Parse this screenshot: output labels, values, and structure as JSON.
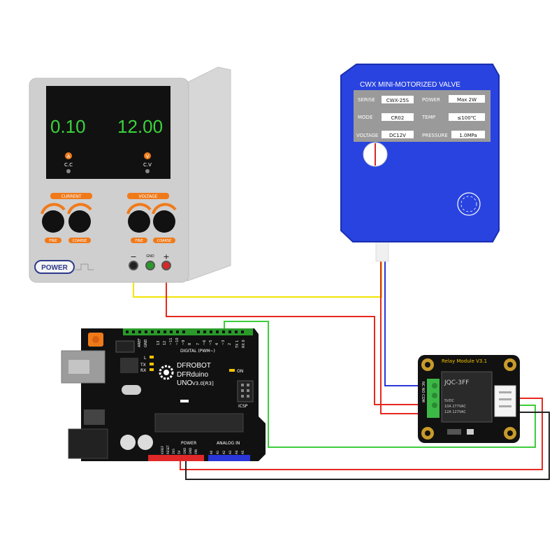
{
  "psu": {
    "current_display": "0.10",
    "voltage_display": "12.00",
    "current_unit": "A",
    "voltage_unit": "V",
    "cc_label": "C.C",
    "cv_label": "C.V",
    "current_group": "CURRENT",
    "voltage_group": "VOLTAGE",
    "fine": "FINE",
    "coarse": "COARSE",
    "power": "POWER",
    "gnd": "GND",
    "minus": "−",
    "plus": "+"
  },
  "valve": {
    "title": "CWX MINI-MOTORIZED VALVE",
    "rows": [
      {
        "k1": "SERISE",
        "v1": "CWX-25S",
        "k2": "POWER",
        "v2": "Max 2W"
      },
      {
        "k1": "MODE",
        "v1": "CR02",
        "k2": "TEMP",
        "v2": "≤100℃"
      },
      {
        "k1": "VOLTAGE",
        "v1": "DC12V",
        "k2": "PRESSURE",
        "v2": "1.0MPa"
      }
    ]
  },
  "arduino": {
    "brand1": "DFROBOT",
    "brand2": "DFRduino",
    "model": "UNO",
    "version": "V3.0[R3]",
    "digital": "DIGITAL (PWM~)",
    "aref": "AREF",
    "gnd": "GND",
    "tx": "TX",
    "rx": "RX",
    "l": "L",
    "on": "ON",
    "icsp": "ICSP",
    "power": "POWER",
    "analog": "ANALOG IN",
    "tx0": "TX 1",
    "rx0": "RX 0",
    "power_pins": [
      "IOREF",
      "RESET",
      "3V3",
      "5V",
      "GND",
      "GND",
      "VIN"
    ],
    "analog_pins": [
      "A0",
      "A1",
      "A2",
      "A3",
      "A4",
      "A5"
    ],
    "digital_pins": [
      "13",
      "12",
      "~11",
      "~10",
      "~9",
      "8",
      "7",
      "~6",
      "~5",
      "4",
      "~3",
      "2"
    ]
  },
  "relay": {
    "title": "Relay Module V3.1",
    "part": "JQC-3FF",
    "spec1": "5VDC",
    "spec2": "10A  277VAC",
    "spec3": "12A  127VAC",
    "terminals": "NC NO COM"
  },
  "colors": {
    "yellow_wire": "#f2e400",
    "red_wire": "#e8281e",
    "blue_wire": "#2a36d8",
    "green_wire": "#3ccd3c",
    "black_wire": "#222222",
    "valve_blue": "#2943e0",
    "display_green": "#3bd33b",
    "psu_orange": "#f07a1a"
  }
}
